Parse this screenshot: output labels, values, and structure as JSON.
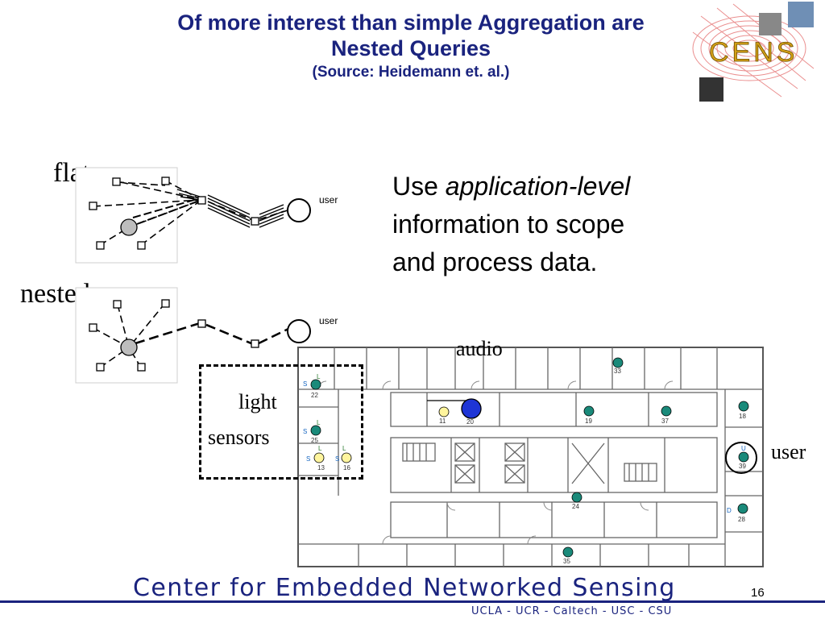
{
  "title": {
    "line1": "Of more interest than simple Aggregation are",
    "line2": "Nested Queries",
    "source": "(Source: Heidemann et. al.)"
  },
  "logo": {
    "text": "CENS"
  },
  "diagram": {
    "flat_label": "flat",
    "nested_label": "nested",
    "user_label": "user"
  },
  "body": {
    "use": "Use ",
    "emphasis": "application-level",
    "line2": "information to scope",
    "line3": "and process data."
  },
  "floorplan": {
    "audio_label": "audio",
    "light_label_1": "light",
    "light_label_2": "sensors",
    "user_label": "user",
    "nodes": [
      {
        "id": "22",
        "letters": [
          "L",
          "S"
        ]
      },
      {
        "id": "25",
        "letters": [
          "L",
          "S"
        ]
      },
      {
        "id": "13",
        "letters": [
          "L",
          "S"
        ]
      },
      {
        "id": "16",
        "letters": [
          "L",
          "S"
        ]
      },
      {
        "id": "11",
        "letters": []
      },
      {
        "id": "20",
        "letters": []
      },
      {
        "id": "33",
        "letters": []
      },
      {
        "id": "19",
        "letters": []
      },
      {
        "id": "37",
        "letters": []
      },
      {
        "id": "18",
        "letters": []
      },
      {
        "id": "39",
        "letters": [
          "U"
        ]
      },
      {
        "id": "24",
        "letters": []
      },
      {
        "id": "28",
        "letters": [
          "D"
        ]
      },
      {
        "id": "35",
        "letters": []
      }
    ]
  },
  "footer": {
    "title": "Center for Embedded Networked Sensing",
    "subtitle": "UCLA - UCR - Caltech - USC - CSU",
    "page_number": "16"
  },
  "colors": {
    "title": "#1a237e",
    "sensor_teal": "#1a8a7a",
    "light_yellow": "#fff59d",
    "audio_blue": "#1e35d6"
  }
}
